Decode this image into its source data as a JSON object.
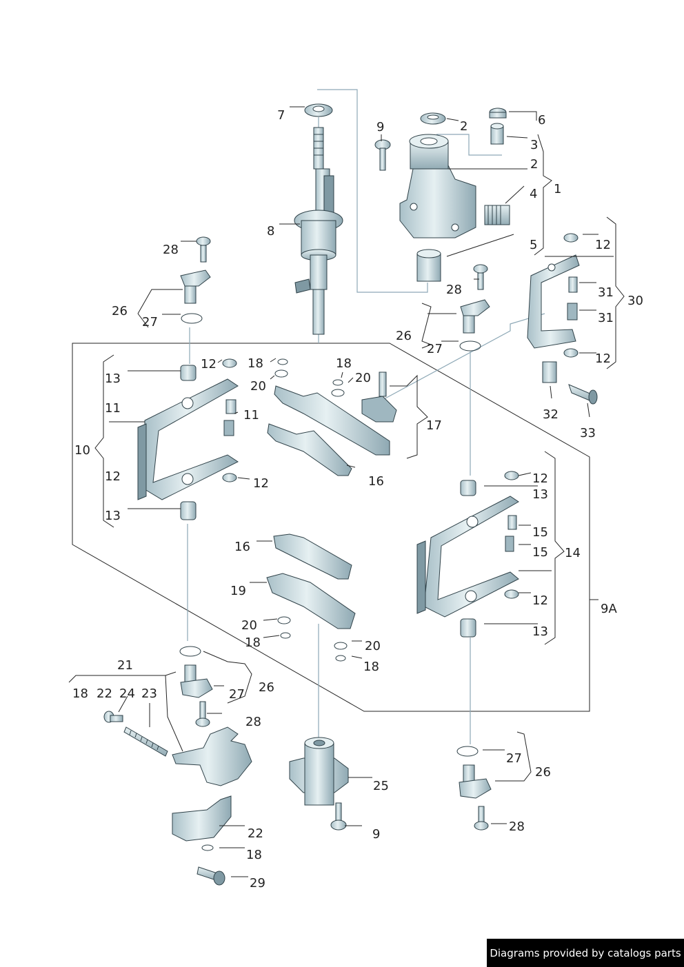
{
  "labels": {
    "l1": "1",
    "l2a": "2",
    "l2b": "2",
    "l3": "3",
    "l4": "4",
    "l5": "5",
    "l6": "6",
    "l7": "7",
    "l8": "8",
    "l9a": "9",
    "l9b": "9",
    "l9A": "9A",
    "l10": "10",
    "l11a": "11",
    "l11b": "11",
    "l12a": "12",
    "l12b": "12",
    "l12c": "12",
    "l12d": "12",
    "l12e": "12",
    "l12f": "12",
    "l12g": "12",
    "l13a": "13",
    "l13b": "13",
    "l13c": "13",
    "l13d": "13",
    "l14": "14",
    "l15a": "15",
    "l15b": "15",
    "l16a": "16",
    "l16b": "16",
    "l17": "17",
    "l18a": "18",
    "l18b": "18",
    "l18c": "18",
    "l18d": "18",
    "l18e": "18",
    "l18f": "18",
    "l19": "19",
    "l20a": "20",
    "l20b": "20",
    "l20c": "20",
    "l20d": "20",
    "l21": "21",
    "l22a": "22",
    "l22b": "22",
    "l23": "23",
    "l24": "24",
    "l25": "25",
    "l26a": "26",
    "l26b": "26",
    "l26c": "26",
    "l26d": "26",
    "l27a": "27",
    "l27b": "27",
    "l27c": "27",
    "l27d": "27",
    "l28a": "28",
    "l28b": "28",
    "l28c": "28",
    "l28d": "28",
    "l29": "29",
    "l30": "30",
    "l31a": "31",
    "l31b": "31",
    "l32": "32",
    "l33": "33"
  },
  "credit": "Diagrams provided by catalogs parts",
  "colors": {
    "part_fill": "#d8e6ea",
    "part_shade": "#9fb7c0",
    "axis": "#8da8b6",
    "ink": "#222222"
  }
}
